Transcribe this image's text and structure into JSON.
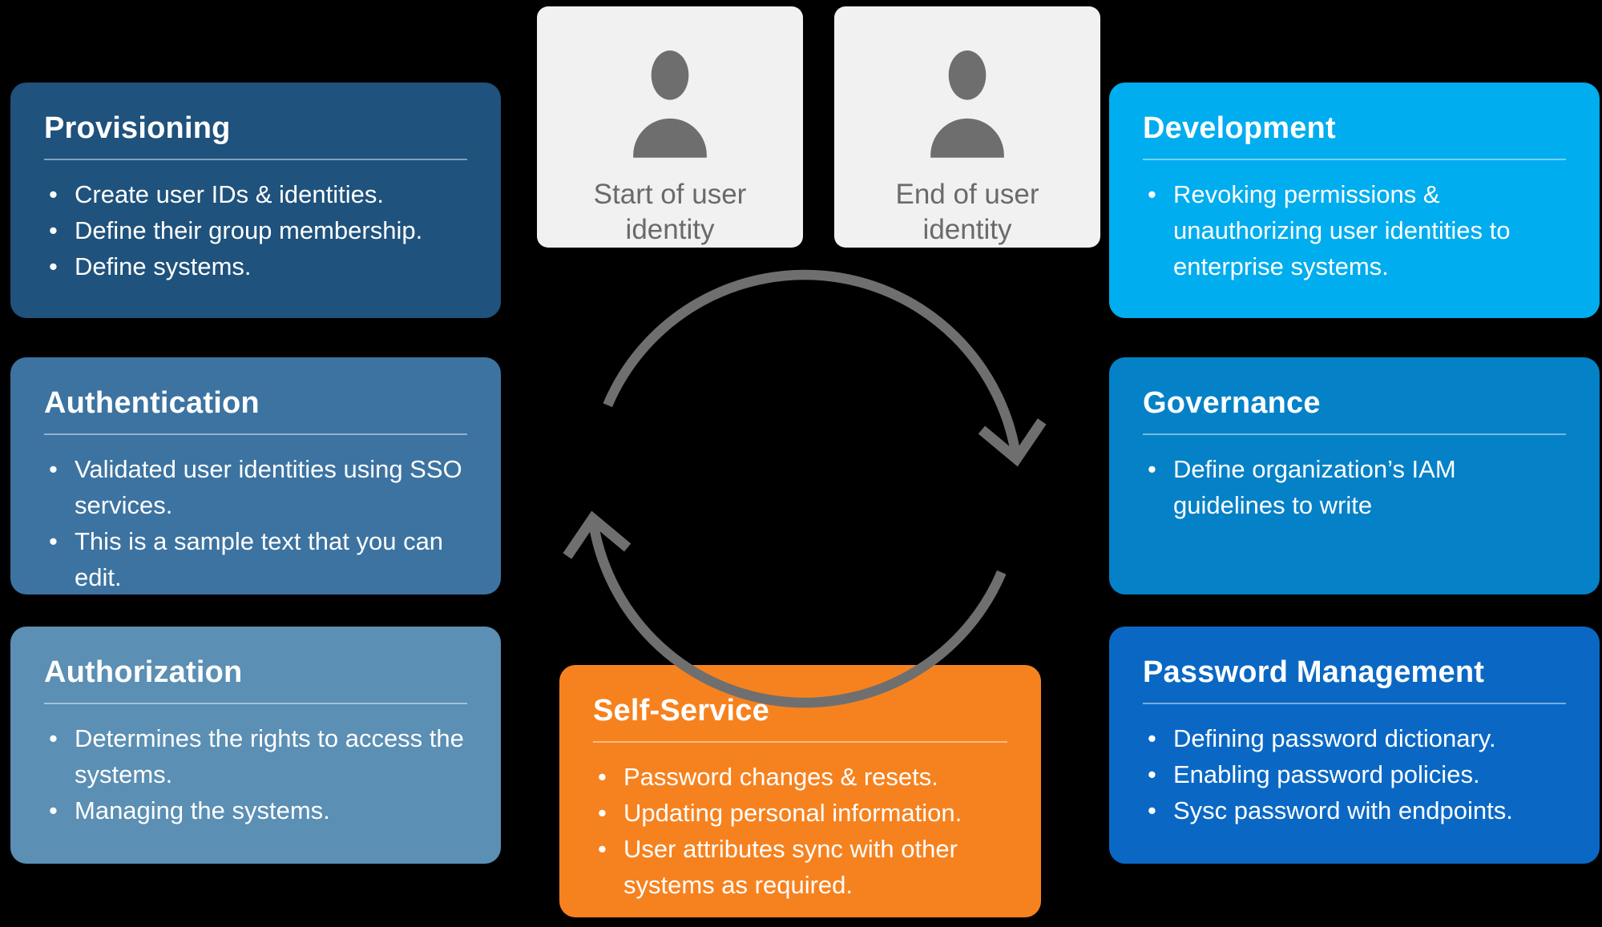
{
  "canvas": {
    "background": "#000000"
  },
  "identity_cards": [
    {
      "label": "Start of user identity"
    },
    {
      "label": "End of user identity"
    }
  ],
  "cycle": {
    "color": "#6F6F6F"
  },
  "icons": {
    "person": "person-icon",
    "cycle": "cycle-arrows-icon"
  },
  "boxes": [
    {
      "title": "Provisioning",
      "color": "#1F527C",
      "bullets": [
        "Create user IDs & identities.",
        "Define their group membership.",
        "Define systems."
      ]
    },
    {
      "title": "Authentication",
      "color": "#3C73A1",
      "bullets": [
        "Validated user identities using SSO services.",
        "This is a sample text that you can edit."
      ]
    },
    {
      "title": "Authorization",
      "color": "#5B8FB4",
      "bullets": [
        "Determines the rights to access the systems.",
        "Managing the systems."
      ]
    },
    {
      "title": "Development",
      "color": "#00ADEE",
      "bullets": [
        "Revoking permissions & unauthorizing user identities to enterprise systems."
      ]
    },
    {
      "title": "Governance",
      "color": "#0581C7",
      "bullets": [
        "Define organization’s IAM guidelines to write"
      ]
    },
    {
      "title": "Password Management",
      "color": "#0A68C4",
      "bullets": [
        "Defining password dictionary.",
        "Enabling password policies.",
        "Sysc password with endpoints."
      ]
    },
    {
      "title": "Self-Service",
      "color": "#F6821F",
      "bullets": [
        "Password changes & resets.",
        "Updating personal information.",
        "User attributes sync with other systems as required."
      ]
    }
  ]
}
